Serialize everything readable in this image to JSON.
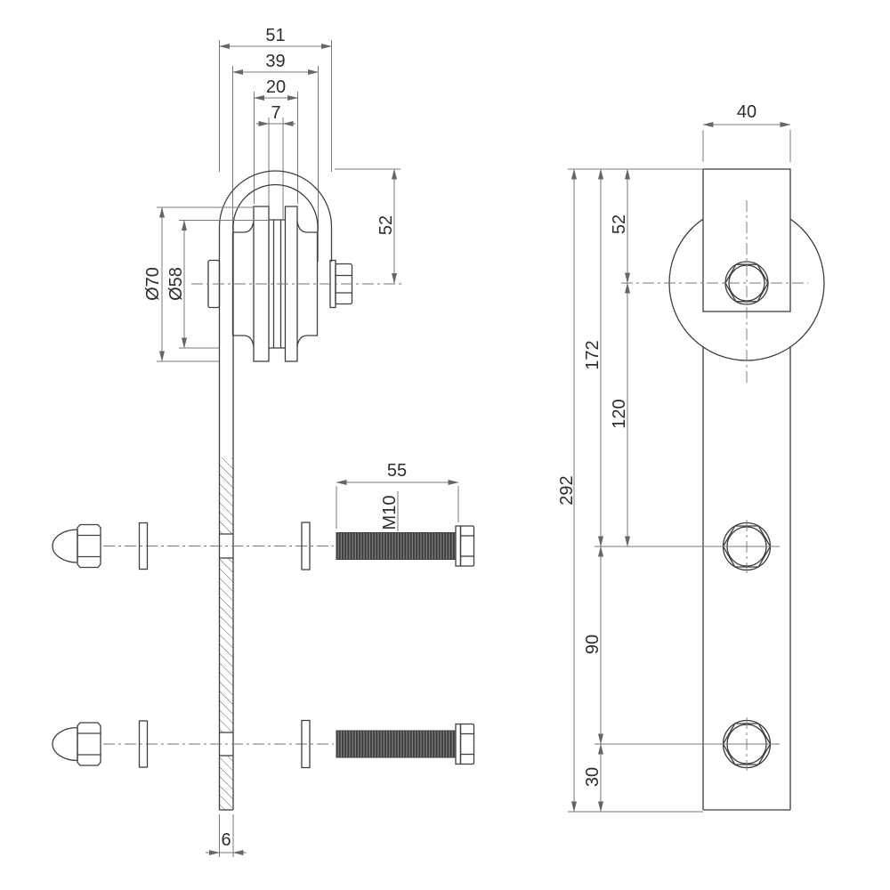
{
  "colors": {
    "background": "#ffffff",
    "part_line": "#3f3f3f",
    "dimension_line": "#7a7a7a",
    "text": "#2e2e2e",
    "thread_dark": "#3c3c3c",
    "thread_light": "#8a8a8a",
    "hatch_line": "#5a5a5a"
  },
  "side_view": {
    "shackle_outer_width": "51",
    "hub_width": "39",
    "flange_width": "20",
    "groove_width": "7",
    "wheel_diameter": "Ø70",
    "groove_diameter": "Ø58",
    "top_to_axle_height": "52",
    "strap_thickness": "6"
  },
  "fasteners": {
    "bolt_length": "55",
    "thread_label": "M10"
  },
  "front_view": {
    "strap_width": "40",
    "top_to_wheel_center": "52",
    "top_to_first_hole": "172",
    "wheel_center_to_first_hole": "120",
    "strap_length": "292",
    "hole_spacing": "90",
    "last_hole_to_bottom": "30"
  }
}
